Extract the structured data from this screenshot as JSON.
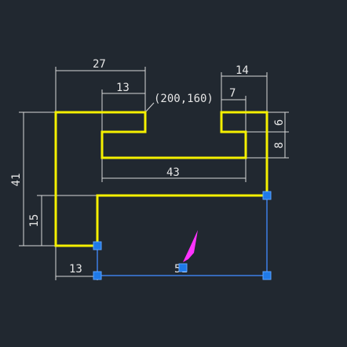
{
  "drawing": {
    "coordinate_label": "(200,160)",
    "dimensions": {
      "width_top": "27",
      "inner_slot_left": "13",
      "right_top": "14",
      "right_inner": "7",
      "right_v_small": "6",
      "right_v_mid": "8",
      "slot_width": "43",
      "height_total": "41",
      "height_lower": "15",
      "bottom_left": "13",
      "bottom_selected": "51"
    },
    "colors": {
      "background": "#212830",
      "outline": "#f5f000",
      "dimension": "#d8d8d8",
      "selection": "#3d7fe6",
      "grip": "#1f7ae8",
      "cursor": "#ff33ff"
    }
  }
}
